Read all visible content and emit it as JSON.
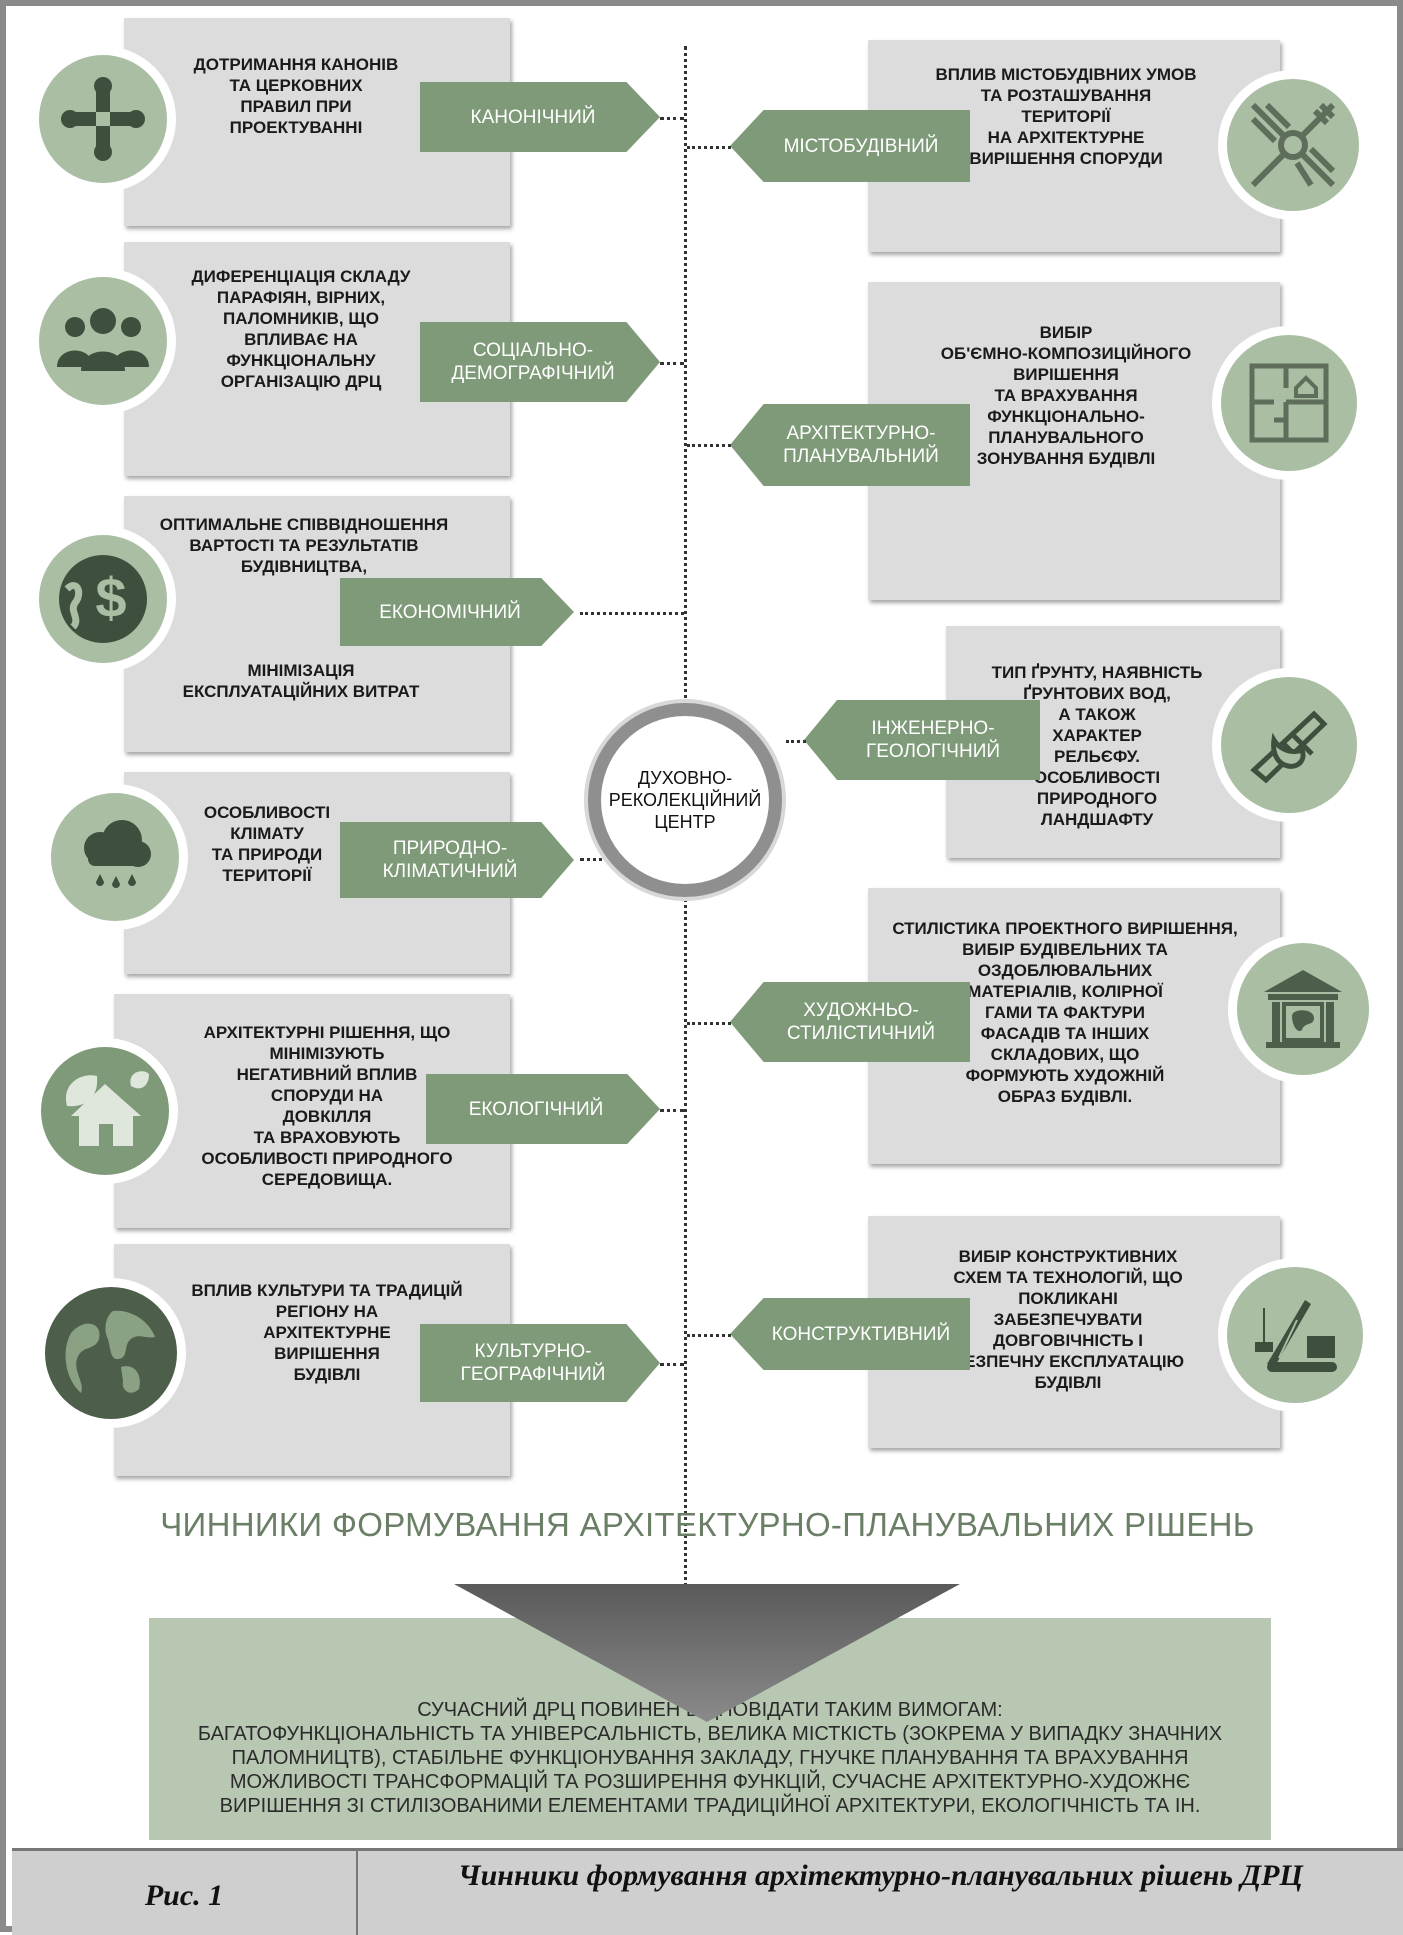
{
  "center_label": "ДУХОВНО-\nРЕКОЛЕКЦІЙНИЙ\nЦЕНТР",
  "factors_left": [
    {
      "label": "КАНОНІЧНИЙ",
      "description": "ДОТРИМАННЯ КАНОНІВ\nТА ЦЕРКОВНИХ\nПРАВИЛ ПРИ\nПРОЕКТУВАННІ",
      "icon": "cross-icon"
    },
    {
      "label": "СОЦІАЛЬНО-\nДЕМОГРАФІЧНИЙ",
      "description": "ДИФЕРЕНЦІАЦІЯ СКЛАДУ\nПАРАФІЯН, ВІРНИХ,\nПАЛОМНИКІВ, ЩО\nВПЛИВАЄ НА\nФУНКЦІОНАЛЬНУ\nОРГАНІЗАЦІЮ ДРЦ",
      "icon": "people-group-icon"
    },
    {
      "label": "ЕКОНОМІЧНИЙ",
      "description": "ОПТИМАЛЬНЕ СПІВВІДНОШЕННЯ\nВАРТОСТІ ТА РЕЗУЛЬТАТІВ\nБУДІВНИЦТВА,",
      "description_2": "МІНІМІЗАЦІЯ\nЕКСПЛУАТАЦІЙНИХ ВИТРАТ",
      "icon": "globe-dollar-icon"
    },
    {
      "label": "ПРИРОДНО-\nКЛІМАТИЧНИЙ",
      "description": "ОСОБЛИВОСТІ\nКЛІМАТУ\nТА ПРИРОДИ\nТЕРИТОРІЇ",
      "icon": "rain-cloud-icon"
    },
    {
      "label": "ЕКОЛОГІЧНИЙ",
      "description": "АРХІТЕКТУРНІ РІШЕННЯ, ЩО\nМІНІМІЗУЮТЬ\nНЕГАТИВНИЙ ВПЛИВ\nСПОРУДИ НА\nДОВКІЛЛЯ\nТА ВРАХОВУЮТЬ\nОСОБЛИВОСТІ ПРИРОДНОГО\nСЕРЕДОВИЩА.",
      "icon": "eco-house-icon"
    },
    {
      "label": "КУЛЬТУРНО-\nГЕОГРАФІЧНИЙ",
      "description": "ВПЛИВ КУЛЬТУРИ ТА ТРАДИЦІЙ\nРЕГІОНУ НА\nАРХІТЕКТУРНЕ\nВИРІШЕННЯ\nБУДІВЛІ",
      "icon": "earth-globe-icon"
    }
  ],
  "factors_right": [
    {
      "label": "МІСТОБУДІВНИЙ",
      "description": "ВПЛИВ МІСТОБУДІВНИХ УМОВ\nТА РОЗТАШУВАННЯ\nТЕРИТОРІЇ\nНА АРХІТЕКТУРНЕ\nВИРІШЕННЯ СПОРУДИ",
      "icon": "crossroad-map-icon"
    },
    {
      "label": "АРХІТЕКТУРНО-\nПЛАНУВАЛЬНИЙ",
      "description": "ВИБІР\nОБ'ЄМНО-КОМПОЗИЦІЙНОГО\nВИРІШЕННЯ\nТА ВРАХУВАННЯ\nФУНКЦІОНАЛЬНО-\nПЛАНУВАЛЬНОГО\nЗОНУВАННЯ БУДІВЛІ",
      "icon": "floor-plan-icon"
    },
    {
      "label": "ІНЖЕНЕРНО-\nГЕОЛОГІЧНИЙ",
      "description": "ТИП ҐРУНТУ, НАЯВНІСТЬ\nҐРУНТОВИХ ВОД,\nА ТАКОЖ\nХАРАКТЕР\nРЕЛЬЄФУ.\nОСОБЛИВОСТІ\nПРИРОДНОГО\nЛАНДШАФТУ",
      "icon": "caliper-icon"
    },
    {
      "label": "ХУДОЖНЬО-\nСТИЛІСТИЧНИЙ",
      "description": "СТИЛІСТИКА ПРОЕКТНОГО ВИРІШЕННЯ,\nВИБІР БУДІВЕЛЬНИХ ТА\nОЗДОБЛЮВАЛЬНИХ\nМАТЕРІАЛІВ, КОЛІРНОЇ\nГАМИ ТА ФАКТУРИ\nФАСАДІВ ТА ІНШИХ\nСКЛАДОВИХ, ЩО\nФОРМУЮТЬ ХУДОЖНІЙ\nОБРАЗ БУДІВЛІ.",
      "icon": "museum-palette-icon"
    },
    {
      "label": "КОНСТРУКТИВНИЙ",
      "description": "ВИБІР КОНСТРУКТИВНИХ\nСХЕМ ТА ТЕХНОЛОГІЙ, ЩО\nПОКЛИКАНІ\nЗАБЕЗПЕЧУВАТИ\nДОВГОВІЧНІСТЬ І\nБЕЗПЕЧНУ ЕКСПЛУАТАЦІЮ\nБУДІВЛІ",
      "icon": "crane-icon"
    }
  ],
  "main_title": "ЧИННИКИ ФОРМУВАННЯ АРХІТЕКТУРНО-ПЛАНУВАЛЬНИХ РІШЕНЬ",
  "requirements": {
    "title": "СУЧАСНИЙ ДРЦ ПОВИНЕН ВІДПОВІДАТИ ТАКИМ ВИМОГАМ:",
    "body": "БАГАТОФУНКЦІОНАЛЬНІСТЬ ТА УНІВЕРСАЛЬНІСТЬ, ВЕЛИКА МІСТКІСТЬ (ЗОКРЕМА У ВИПАДКУ ЗНАЧНИХ ПАЛОМНИЦТВ), СТАБІЛЬНЕ ФУНКЦІОНУВАННЯ ЗАКЛАДУ, ГНУЧКЕ ПЛАНУВАННЯ ТА ВРАХУВАННЯ МОЖЛИВОСТІ ТРАНСФОРМАЦІЙ ТА РОЗШИРЕННЯ ФУНКЦІЙ, СУЧАСНЕ АРХІТЕКТУРНО-ХУДОЖНЄ ВИРІШЕННЯ ЗІ СТИЛІЗОВАНИМИ ЕЛЕМЕНТАМИ ТРАДИЦІЙНОЇ АРХІТЕКТУРИ, ЕКОЛОГІЧНІСТЬ ТА ІН."
  },
  "caption": {
    "label": "Рис. 1",
    "text": "Чинники формування архітектурно-планувальних рішень ДРЦ"
  },
  "colors": {
    "accent_green": "#7e9a78",
    "icon_green": "#a9bea3",
    "icon_dark": "#4d5f4b",
    "card_gray": "#dcdcdc",
    "requirements_bg": "#b7c7b1"
  }
}
